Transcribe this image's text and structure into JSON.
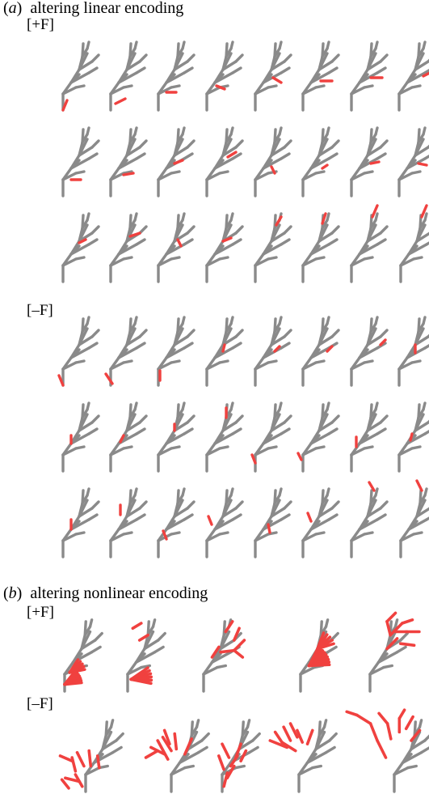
{
  "section_a": {
    "letter": "a",
    "title": "altering linear encoding",
    "groups": [
      {
        "label": "[+F]",
        "rows": 3,
        "per_row": 8
      },
      {
        "label": "[–F]",
        "rows": 3,
        "per_row": 8
      }
    ]
  },
  "section_b": {
    "letter": "b",
    "title": "altering nonlinear encoding",
    "groups": [
      {
        "label": "[+F]",
        "count": 5
      },
      {
        "label": "[–F]",
        "count": 5
      }
    ]
  },
  "colors": {
    "tree": "#8a8a8a",
    "highlight": "#f0413f"
  }
}
